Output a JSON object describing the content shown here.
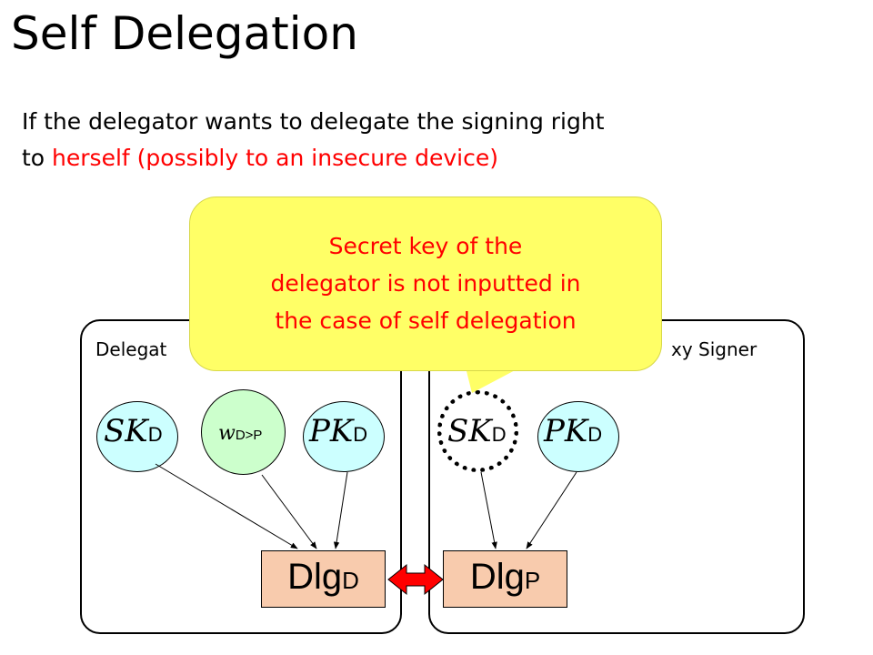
{
  "slide": {
    "title": "Self Delegation",
    "intro_line1": "If the delegator wants to delegate the signing right",
    "intro_line2_prefix": "to ",
    "intro_line2_red": "herself (possibly to an insecure device)"
  },
  "delegator_panel": {
    "label": "Delegat",
    "nodes": {
      "sk": {
        "main": "SK",
        "sub": "D"
      },
      "w": {
        "main": "w",
        "sub": "D>P"
      },
      "pk": {
        "main": "PK",
        "sub": "D"
      }
    },
    "box": {
      "main": "Dlg",
      "sub": "D"
    }
  },
  "proxy_panel": {
    "label": "xy Signer",
    "nodes": {
      "sk": {
        "main": "SK",
        "sub": "D"
      },
      "pk": {
        "main": "PK",
        "sub": "D"
      }
    },
    "box": {
      "main": "Dlg",
      "sub": "P"
    }
  },
  "callout": {
    "line1": "Secret key of the",
    "line2": "delegator is not inputted in",
    "line3": "the case of self delegation"
  },
  "colors": {
    "node_fill": "#ccffff",
    "w_node_fill": "#ccffcc",
    "box_fill": "#f8cbad",
    "callout_fill": "#ffff66",
    "accent_red": "#ff0000"
  }
}
